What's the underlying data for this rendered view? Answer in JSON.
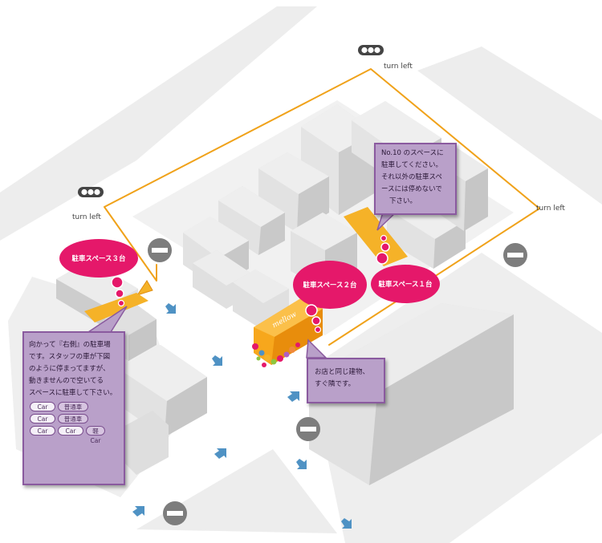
{
  "labels": {
    "turn_left_top": "turn left",
    "turn_left_left": "turn left",
    "turn_left_right": "turn left"
  },
  "bubbles": {
    "space3": "駐車スペース３台",
    "space2": "駐車スペース２台",
    "space1": "駐車スペース１台"
  },
  "callouts": {
    "no10": {
      "lines": [
        "No.10 のスペースに",
        "駐車してください。",
        "それ以外の駐車スペ",
        "ースには停めないで",
        "下さい。"
      ]
    },
    "right_side": {
      "lines": [
        "向かって『右側』の駐車場",
        "です。スタッフの車が下図",
        "のように停まってますが、",
        "動きませんので空いてる",
        "スペースに駐車して下さい。"
      ],
      "grid": [
        [
          "Car",
          "普通車"
        ],
        [
          "Car",
          "普通車"
        ],
        [
          "Car",
          "Car",
          "軽Car"
        ]
      ]
    },
    "same_building": {
      "lines": [
        "お店と同じ建物、",
        "すぐ隣です。"
      ]
    }
  },
  "shop_sign": "mellow",
  "colors": {
    "route": "#f0a21a",
    "parking": "#f5b228",
    "bubble": "#e5186a",
    "callout_fill": "#b9a0c9",
    "callout_border": "#8a5a9f",
    "building_top": "#e6e6e6",
    "building_side": "#cfcfcf",
    "block": "#f0f0f0",
    "no_entry": "#7d7d7d",
    "arrow": "#4f92c4"
  },
  "icons": [
    "traffic-light-icon",
    "no-entry-sign-icon",
    "one-way-arrow-icon",
    "flower-icon"
  ]
}
